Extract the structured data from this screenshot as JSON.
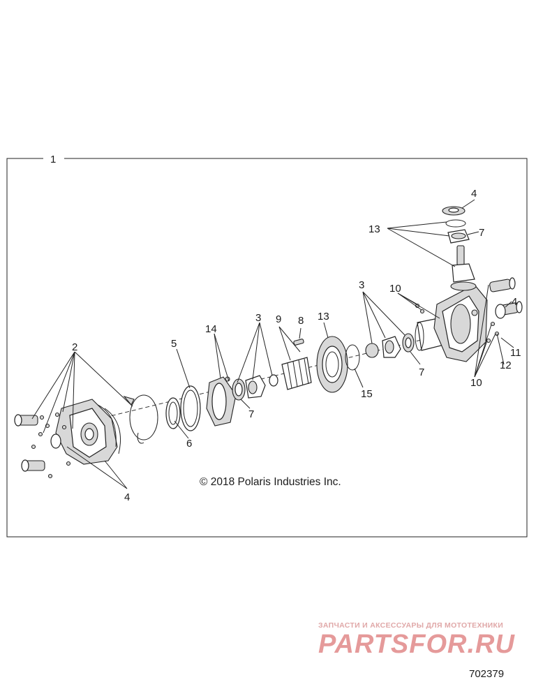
{
  "frame_label": "1",
  "copyright": "© 2018 Polaris Industries Inc.",
  "drawing_number": "702379",
  "watermark": {
    "subtitle": "ЗАПЧАСТИ И АКСЕССУАРЫ ДЛЯ МОТОТЕХНИКИ",
    "logo": "PARTSFOR.RU",
    "color": "#e59a9a"
  },
  "callouts": {
    "c2": "2",
    "c3a": "3",
    "c3b": "3",
    "c4a": "4",
    "c4b": "4",
    "c4c": "4",
    "c5": "5",
    "c6": "6",
    "c7a": "7",
    "c7b": "7",
    "c7c": "7",
    "c8": "8",
    "c9": "9",
    "c10a": "10",
    "c10b": "10",
    "c11": "11",
    "c12": "12",
    "c13a": "13",
    "c13b": "13",
    "c14": "14",
    "c15": "15"
  }
}
